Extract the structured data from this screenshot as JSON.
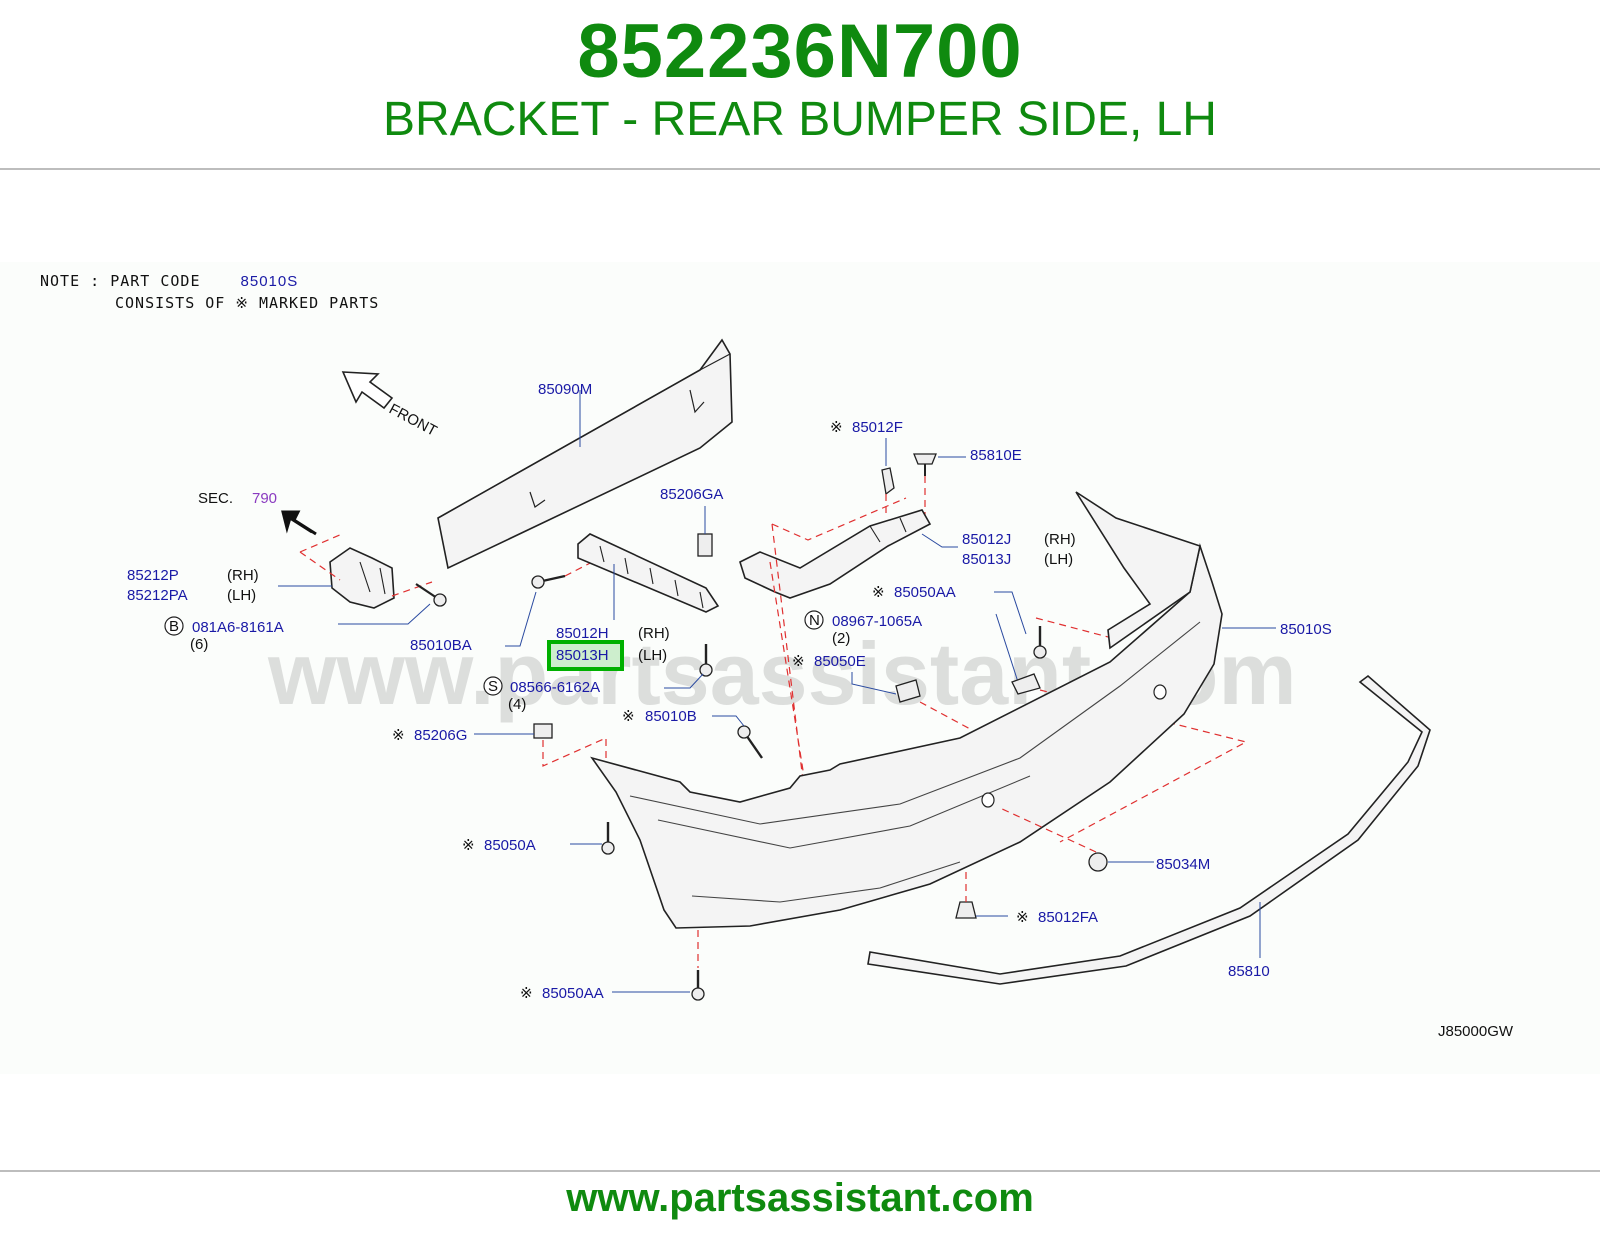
{
  "header": {
    "part_number": "852236N700",
    "description": "BRACKET - REAR BUMPER SIDE, LH"
  },
  "footer": {
    "url": "www.partsassistant.com"
  },
  "diagram": {
    "watermark": "www.partsassistant.com",
    "diagram_code": "J85000GW",
    "note": {
      "line1_prefix": "NOTE  :  PART  CODE",
      "line1_code": "85010S",
      "line2": "CONSISTS  OF ※    MARKED  PARTS"
    },
    "front_label": "FRONT",
    "sec_label": "SEC.",
    "sec_value": "790",
    "parts": {
      "p85090M": "85090M",
      "p85012F": "85012F",
      "p85810E": "85810E",
      "p85206GA": "85206GA",
      "p85012J": "85012J",
      "p85013J": "85013J",
      "p85212P": "85212P",
      "p85212PA": "85212PA",
      "p081A6": "081A6-8161A",
      "p081A6_qty": "(6)",
      "p85010BA": "85010BA",
      "p85012H": "85012H",
      "p85013H": "85013H",
      "p85050AA_top": "85050AA",
      "p08967": "08967-1065A",
      "p08967_qty": "(2)",
      "p85010S": "85010S",
      "p85050E": "85050E",
      "p08566": "08566-6162A",
      "p08566_qty": "(4)",
      "p85010B": "85010B",
      "p85206G": "85206G",
      "p85050A": "85050A",
      "p85034M": "85034M",
      "p85012FA": "85012FA",
      "p85810": "85810",
      "p85050AA_bottom": "85050AA"
    },
    "side_rh": "(RH)",
    "side_lh": "(LH)",
    "mark": "※",
    "circle_b": "B",
    "circle_n": "N",
    "circle_s": "S",
    "highlight_color": "#00b000",
    "label_color": "#1a1aa6"
  }
}
